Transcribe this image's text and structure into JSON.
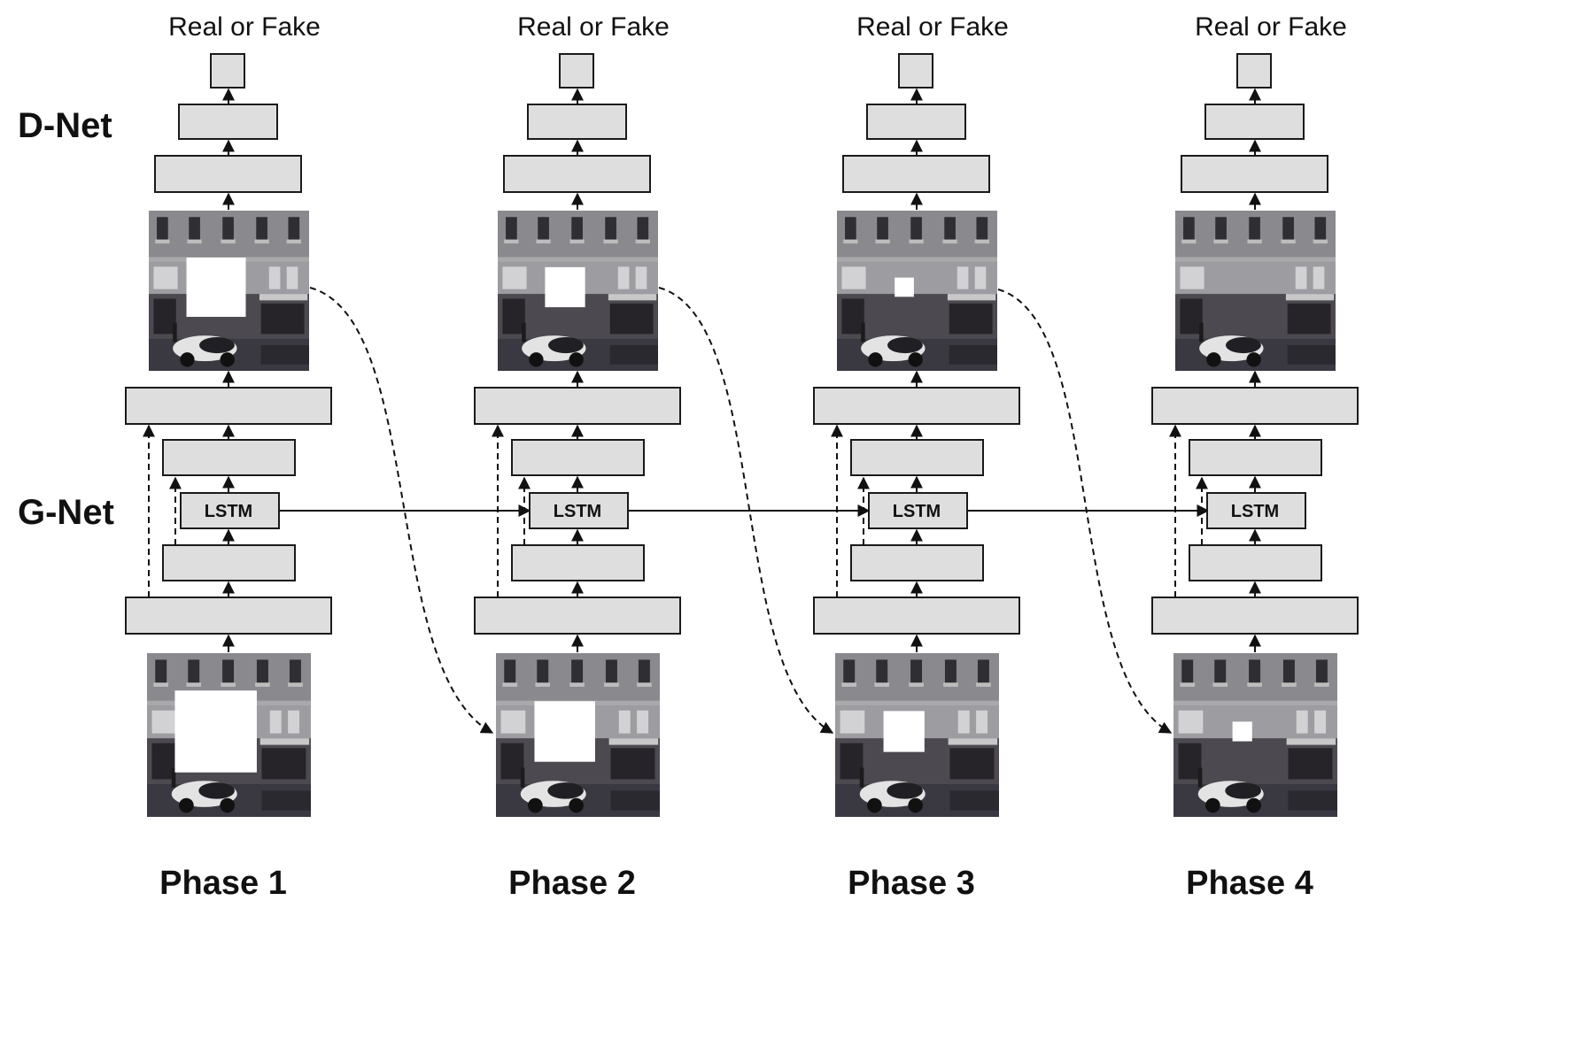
{
  "labels": {
    "d_net": "D-Net",
    "g_net": "G-Net",
    "output": "Real or Fake",
    "lstm": "LSTM"
  },
  "phases": [
    {
      "name": "Phase 1",
      "input_hole": 0.5,
      "output_hole": 0.37
    },
    {
      "name": "Phase 2",
      "input_hole": 0.37,
      "output_hole": 0.25
    },
    {
      "name": "Phase 3",
      "input_hole": 0.25,
      "output_hole": 0.12
    },
    {
      "name": "Phase 4",
      "input_hole": 0.12,
      "output_hole": 0.0
    }
  ],
  "colors": {
    "layer_fill": "#dedede",
    "layer_stroke": "#1a1a1a",
    "mask": "#ffffff"
  }
}
